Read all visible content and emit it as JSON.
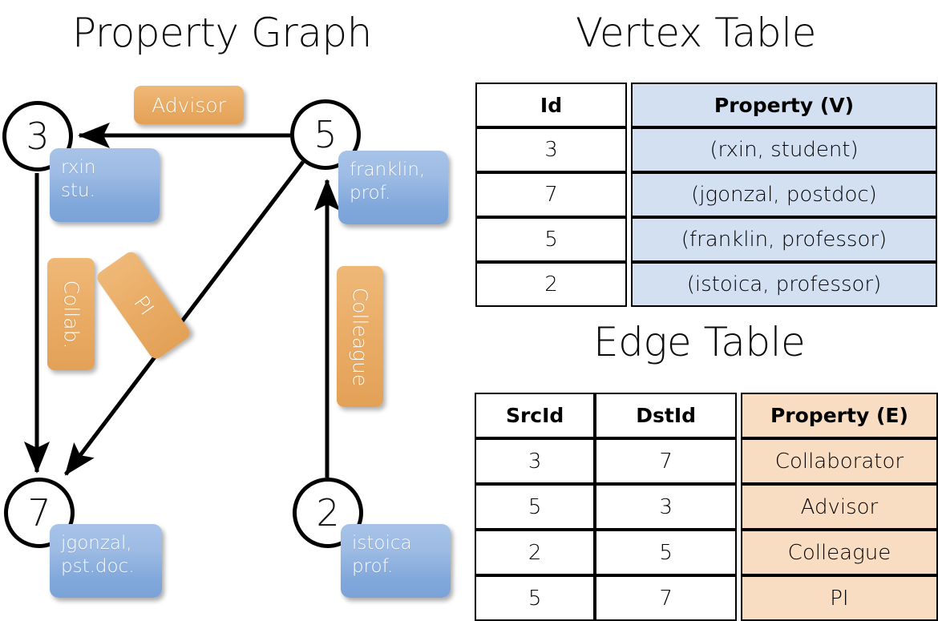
{
  "titles": {
    "property_graph": "Property Graph",
    "vertex_table": "Vertex Table",
    "edge_table": "Edge Table"
  },
  "graph": {
    "vertices": [
      {
        "id": "3",
        "label": "rxin\nstu.",
        "name": "rxin",
        "role": "stu."
      },
      {
        "id": "5",
        "label": "franklin,\nprof.",
        "name": "franklin,",
        "role": "prof."
      },
      {
        "id": "7",
        "label": "jgonzal,\npst.doc.",
        "name": "jgonzal,",
        "role": "pst.doc."
      },
      {
        "id": "2",
        "label": "istoica\nprof.",
        "name": "istoica",
        "role": "prof."
      }
    ],
    "vertex_ids": {
      "v3": "3",
      "v5": "5",
      "v7": "7",
      "v2": "2"
    },
    "vertex_props": {
      "rxin_line1": "rxin",
      "rxin_line2": "stu.",
      "franklin_line1": "franklin,",
      "franklin_line2": "prof.",
      "jgonzal_line1": "jgonzal,",
      "jgonzal_line2": "pst.doc.",
      "istoica_line1": "istoica",
      "istoica_line2": "prof."
    },
    "edge_labels": {
      "advisor": "Advisor",
      "collab": "Collab.",
      "pi": "PI",
      "colleague": "Colleague"
    },
    "edges": [
      {
        "from": "5",
        "to": "3",
        "label": "Advisor"
      },
      {
        "from": "3",
        "to": "7",
        "label": "Collab."
      },
      {
        "from": "5",
        "to": "7",
        "label": "PI"
      },
      {
        "from": "2",
        "to": "5",
        "label": "Colleague"
      }
    ]
  },
  "vertex_table": {
    "headers": [
      "Id",
      "Property (V)"
    ],
    "rows": [
      {
        "id": "3",
        "property": "(rxin, student)"
      },
      {
        "id": "7",
        "property": "(jgonzal, postdoc)"
      },
      {
        "id": "5",
        "property": "(franklin, professor)"
      },
      {
        "id": "2",
        "property": "(istoica, professor)"
      }
    ]
  },
  "edge_table": {
    "headers": [
      "SrcId",
      "DstId",
      "Property (E)"
    ],
    "rows": [
      {
        "src": "3",
        "dst": "7",
        "property": "Collaborator"
      },
      {
        "src": "5",
        "dst": "3",
        "property": "Advisor"
      },
      {
        "src": "2",
        "dst": "5",
        "property": "Colleague"
      },
      {
        "src": "5",
        "dst": "7",
        "property": "PI"
      }
    ]
  },
  "colors": {
    "vertex_property_fill": "#d3e0f2",
    "edge_property_fill": "#f8ddc2",
    "node_box_blue": "#9dbbe4",
    "edge_box_orange": "#eaad67",
    "stroke": "#000000",
    "background": "#ffffff"
  }
}
